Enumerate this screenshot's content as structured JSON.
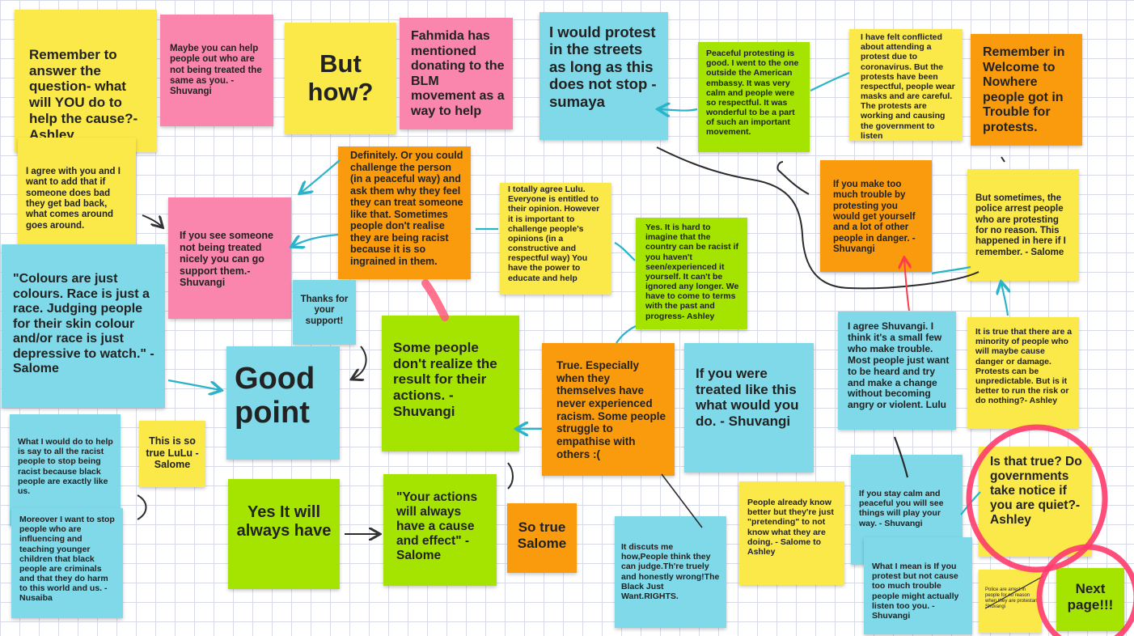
{
  "notes": {
    "remember_answer": "Remember to answer the question- what will YOU do to help the cause?- Ashley",
    "maybe_help": "Maybe you can help people out who are not being treated the same as you. -Shuvangi",
    "but_how": "But how?",
    "fahmida": "Fahmida has mentioned donating to the BLM movement as a way to help",
    "protest_streets": "I would protest in the streets as long as this does not stop - sumaya",
    "peaceful_protesting": "Peaceful protesting is good. I went to the one outside the American embassy. It was very calm and people were so respectful. It was wonderful to be a part of such an important movement.",
    "felt_conflicted": "I have felt conflicted about attending a protest due to coronavirus. But the protests have been respectful, people wear masks and are careful. The protests are working and causing the government to listen",
    "remember_welcome": "Remember in Welcome to Nowhere people got in Trouble for protests.",
    "agree_add": "I agree with you and I want to add that if someone does bad they get bad back, what comes around goes around.",
    "see_someone": "If you see someone not being treated nicely you can go support them.- Shuvangi",
    "definitely_challenge": "Definitely. Or you could challenge the person (in a peaceful way) and ask them why they feel they can treat someone like that. Sometimes people don't realise they are being racist because it is so ingrained in them.",
    "totally_agree_lulu": "I totally agree Lulu. Everyone is entitled to their opinion. However it is important to challenge people's opinions (in a constructive and respectful way) You have the power to educate and help",
    "hard_to_imagine": "Yes. It is hard to imagine that the country can be racist if you haven't seen/experienced it yourself. It can't be ignored any longer. We have to come to terms with the past and progress- Ashley",
    "too_much_trouble": "If you make too much trouble by protesting you would get yourself and a lot of other people in danger. -Shuvangi",
    "sometimes_police": "But sometimes, the police arrest people who are protesting for no reason. This happened in here if I remember. - Salome",
    "colours": "\"Colours are just colours. Race is just a race. Judging people for their skin colour and/or race is just depressive to watch.\"  - Salome",
    "thanks_support": "Thanks for your support!",
    "good_point": "Good point",
    "some_people": "Some people don't realize the result for their actions. - Shuvangi",
    "true_especially": "True. Especially when they themselves have never experienced racism. Some people struggle to empathise with others :(",
    "if_you_were": "If you were treated like this what would you do. - Shuvangi",
    "agree_shuvangi": "I agree Shuvangi. I think it's a small few who make trouble. Most people just want to be heard and try and make a change without becoming angry or violent. Lulu",
    "minority": "It is true that there are a minority of people who will maybe cause danger or damage. Protests can be unpredictable. But is it better to run the risk or do nothing?- Ashley",
    "what_i_would_do": "What I would do to help is say to all the racist people to stop being racist because black people are exactly like us.",
    "so_true_lulu": "This is so true LuLu - Salome",
    "moreover": "Moreover I want to stop people who are influencing and teaching younger children that black people are criminals and that they do harm to this world and us. - Nusaiba",
    "yes_always": "Yes It will always have",
    "your_actions": "\"Your actions will always have a cause and effect\" - Salome",
    "so_true_salome": "So true Salome",
    "discusts_me": "It discuts me how,People think they can judge.Th're truely and honestly wrong!The Black Just Want.RIGHTS.",
    "already_know": "People already know better but they're just \"pretending\" to not know what they are doing. - Salome to Ashley",
    "stay_calm": "If you stay calm and peaceful you will see things will play your way. - Shuvangi",
    "is_that_true": "Is that true? Do governments take notice if you are quiet?- Ashley",
    "what_i_mean": "What I mean is If you protest but not cause too much trouble people might actually listen too you. - Shuvangi",
    "police_arrest_small": "Police are arrest in people for no reason when they are protestan Shuvangi",
    "next_page": "Next page!!!"
  },
  "colors": {
    "yellow": "#fbe94a",
    "pink": "#fb86ad",
    "cyan": "#7fd9e8",
    "orange": "#f99b0c",
    "green": "#a4e400",
    "arrow_teal": "#2ab3c9",
    "highlight_red": "#ff3b6b"
  }
}
